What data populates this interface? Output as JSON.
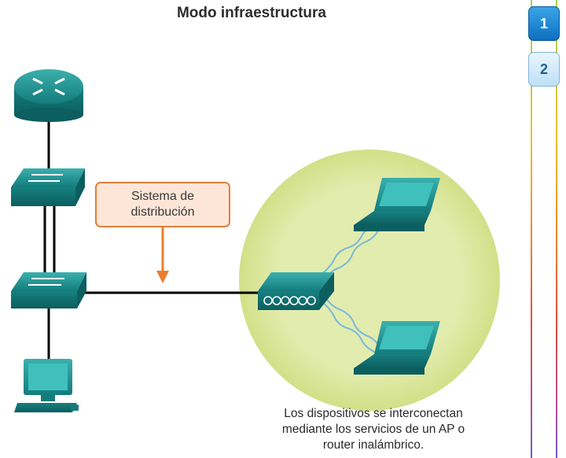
{
  "title": "Modo infraestructura",
  "distribution_label": [
    "Sistema de",
    "distribución"
  ],
  "caption": [
    "Los dispositivos se interconectan",
    "mediante los servicios de un AP o",
    "router inalámbrico."
  ],
  "steps": [
    "1",
    "2"
  ],
  "active_step": "1",
  "colors": {
    "device_teal": "#1f8c8c",
    "label_border": "#e0803a",
    "wireless_area": "#dfe9a8",
    "arrow": "#e97e2e"
  },
  "icons": [
    "router-icon",
    "switch-icon",
    "switch-icon",
    "desktop-pc-icon",
    "access-point-icon",
    "laptop-icon",
    "laptop-icon"
  ]
}
